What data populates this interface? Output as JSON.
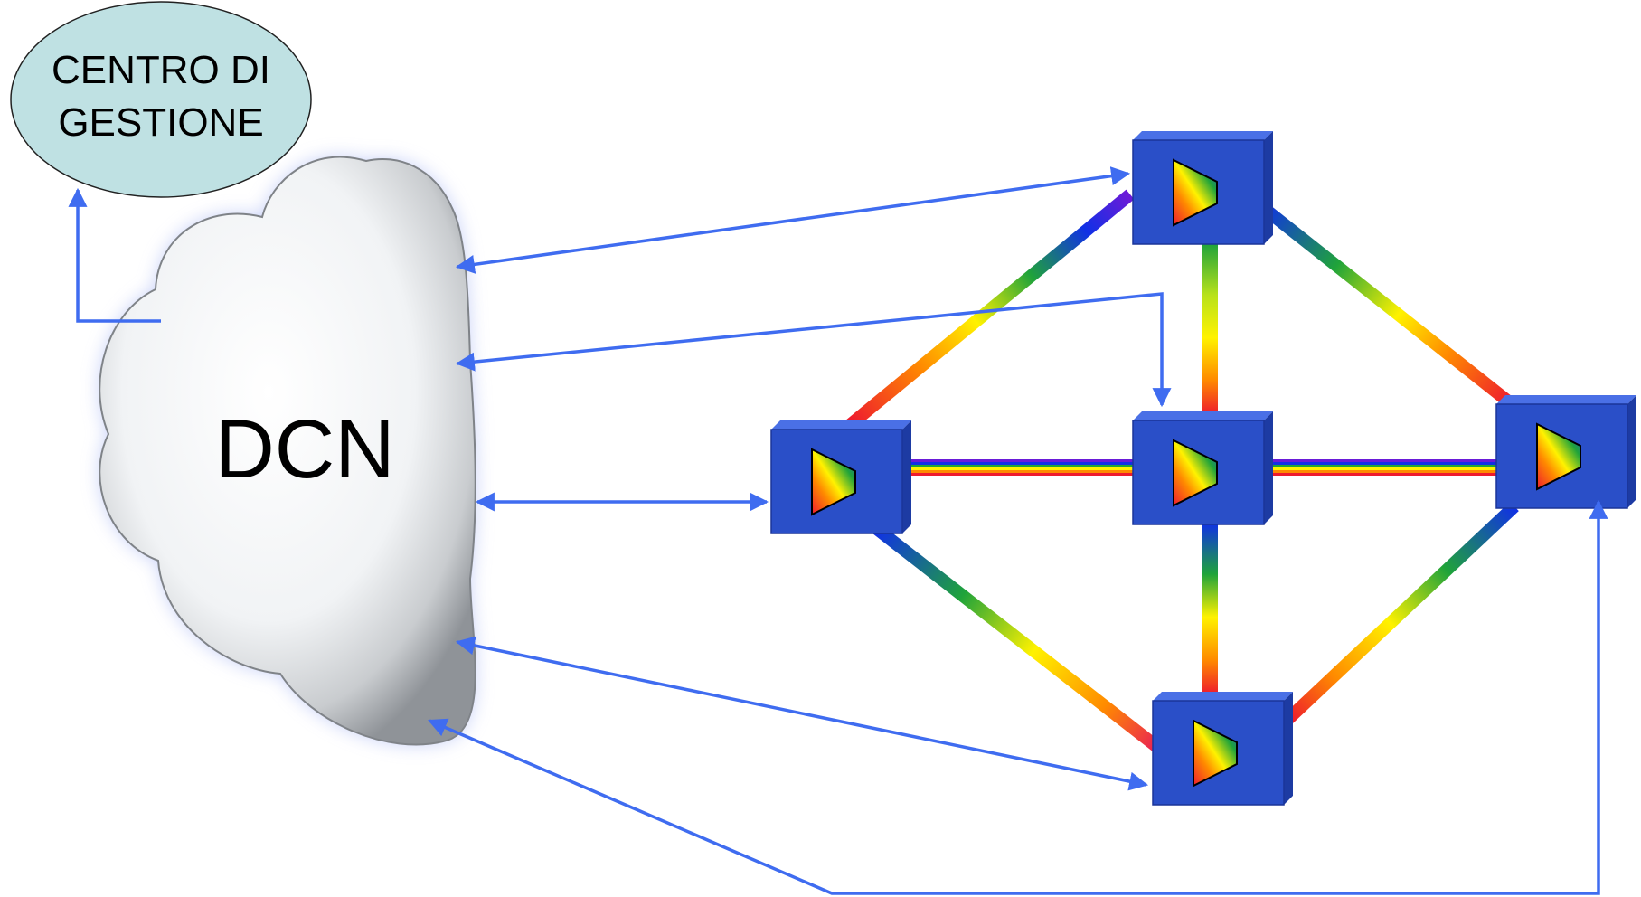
{
  "management_center": {
    "line1": "CENTRO DI",
    "line2": "GESTIONE",
    "fill_color": "#bfe1e3"
  },
  "dcn_cloud": {
    "label": "DCN"
  },
  "colors": {
    "arrow": "#3f6cf0",
    "node_front": "#2a4fc8",
    "node_top": "#4a70e6",
    "node_side": "#1d3ba3"
  },
  "nodes": [
    {
      "id": "node-top",
      "icon": "prism-icon"
    },
    {
      "id": "node-left",
      "icon": "prism-icon"
    },
    {
      "id": "node-center",
      "icon": "prism-icon"
    },
    {
      "id": "node-right",
      "icon": "prism-icon"
    },
    {
      "id": "node-bottom",
      "icon": "prism-icon"
    }
  ]
}
